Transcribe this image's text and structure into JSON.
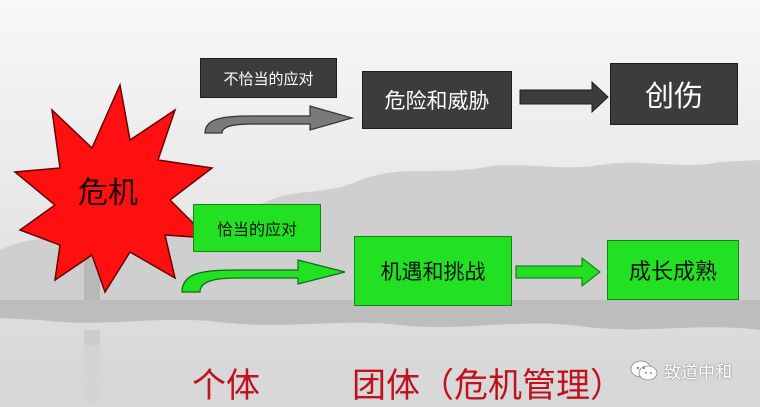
{
  "crisis": {
    "label": "危机",
    "color": "#ff1010"
  },
  "upper_path": {
    "response_label": "不恰当的应对",
    "outcome_label": "危险和威胁",
    "result_label": "创伤",
    "color": "#3c3c3c"
  },
  "lower_path": {
    "response_label": "恰当的应对",
    "outcome_label": "机遇和挑战",
    "result_label": "成长成熟",
    "color": "#22e022"
  },
  "captions": {
    "individual": "个体",
    "group": "团体（危机管理）",
    "color": "#c0121e"
  },
  "watermark": {
    "text": "致道中和",
    "icon": "wechat-icon"
  }
}
